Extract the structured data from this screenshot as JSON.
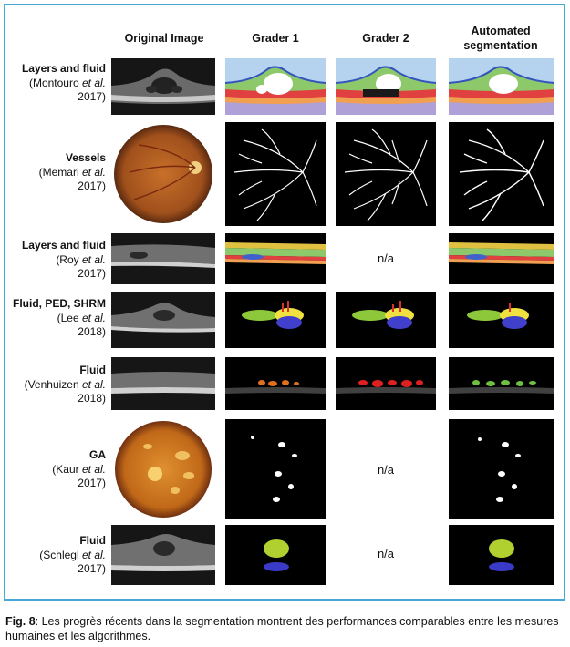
{
  "columns": [
    "Original Image",
    "Grader 1",
    "Grader 2",
    "Automated\nsegmentation"
  ],
  "rows": [
    {
      "title": "Layers and fluid",
      "author": "(Montouro ",
      "etal": "et al.",
      "year": "2017)"
    },
    {
      "title": "Vessels",
      "author": "(Memari ",
      "etal": "et al.",
      "year": "2017)"
    },
    {
      "title": "Layers and fluid",
      "author": "(Roy ",
      "etal": "et al.",
      "year": "2017)"
    },
    {
      "title": "Fluid, PED, SHRM",
      "author": "(Lee ",
      "etal": "et al.",
      "year": "2018)"
    },
    {
      "title": "Fluid",
      "author": "(Venhuizen ",
      "etal": "et al.",
      "year": "2018)"
    },
    {
      "title": "GA",
      "author": "(Kaur ",
      "etal": "et al.",
      "year": "2017)"
    },
    {
      "title": "Fluid",
      "author": "(Schlegl ",
      "etal": "et al.",
      "year": "2017)"
    }
  ],
  "na_text": "n/a",
  "caption": {
    "label": "Fig. 8",
    "text": ": Les progrès récents dans la segmentation montrent des performances comparables entre les mesures humaines et les algorithmes."
  },
  "colors": {
    "frame": "#4aa8d8"
  }
}
